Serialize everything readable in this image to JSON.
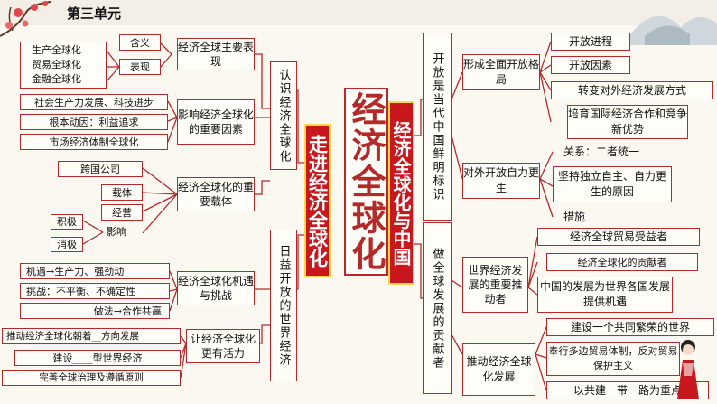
{
  "header": {
    "title": "第三单元"
  },
  "center": {
    "main": "经济全球化",
    "left": "走进经济全球化",
    "right": "经济全球化与中国"
  },
  "left_branches": {
    "know": {
      "label": "认识经济全球化",
      "sub1": {
        "label": "经济全球主要表现",
        "meaning": "含义",
        "manifest": "表现",
        "items": [
          "生产全球化",
          "贸易全球化",
          "金融全球化"
        ]
      },
      "sub2": {
        "label": "影响经济全球化的重要因素",
        "items": [
          "社会生产力发展、科技进步",
          "根本动因：利益追求",
          "市场经济体制全球化"
        ]
      },
      "sub3": {
        "label": "经济全球化的重要载体",
        "items": [
          "跨国公司",
          "载体",
          "经营",
          "积极",
          "消极",
          "影响"
        ]
      }
    },
    "open": {
      "label": "日益开放的世界经济",
      "sub1": {
        "label": "经济全球化机遇与挑战",
        "items": [
          "机遇→生产力、强劲动",
          "挑战：不平衡、不确定性",
          "做法→合作共赢"
        ]
      },
      "sub2": {
        "label": "让经济全球化更有活力",
        "items": [
          "推动经济全球化朝着__方向发展",
          "建设____型世界经济",
          "完善全球治理及遵循原则"
        ]
      }
    }
  },
  "right_branches": {
    "china": {
      "label": "开放是当代中国鲜明标识",
      "sub1": {
        "label": "形成全面开放格局",
        "items": [
          "开放进程",
          "开放因素",
          "转变对外经济发展方式",
          "培育国际经济合作和竞争新优势"
        ]
      },
      "sub2": {
        "label": "对外开放自力更生",
        "items": [
          "关系：二者统一",
          "坚持独立自主、自力更生的原因",
          "措施"
        ]
      }
    },
    "contrib": {
      "label": "做全球发展的贡献者",
      "sub1": {
        "label": "世界经济发展的重要推动者",
        "items": [
          "经济全球贸易受益者",
          "经济全球化的贡献者",
          "中国的发展为世界各国发展提供机遇"
        ]
      },
      "sub2": {
        "label": "推动经济全球化发展",
        "items": [
          "建设一个共同繁荣的世界",
          "奉行多边贸易体制，反对贸易保护主义",
          "以共建一带一路为重点"
        ]
      }
    }
  }
}
